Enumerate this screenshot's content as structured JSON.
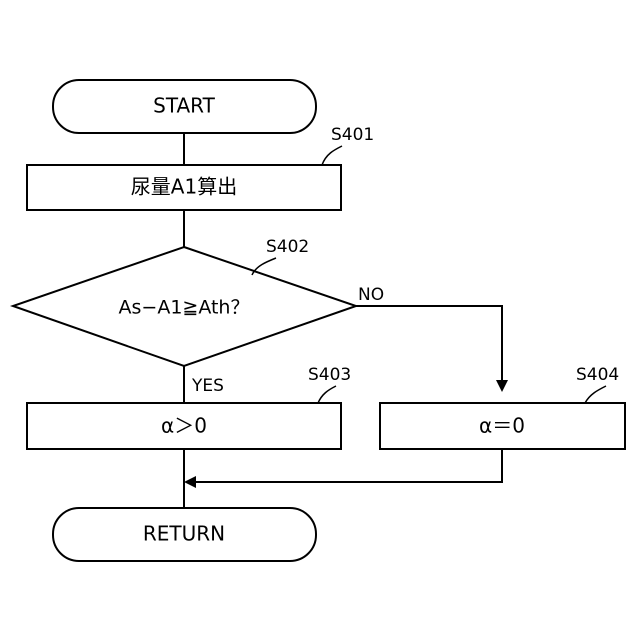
{
  "flowchart": {
    "start_label": "START",
    "end_label": "RETURN",
    "steps": {
      "s401": {
        "id": "S401",
        "text": "尿量A1算出"
      },
      "s402": {
        "id": "S402",
        "text": "As−A1≧Ath？"
      },
      "s403": {
        "id": "S403",
        "text": "α＞0"
      },
      "s404": {
        "id": "S404",
        "text": "α＝0"
      }
    },
    "branches": {
      "yes": "YES",
      "no": "NO"
    }
  }
}
